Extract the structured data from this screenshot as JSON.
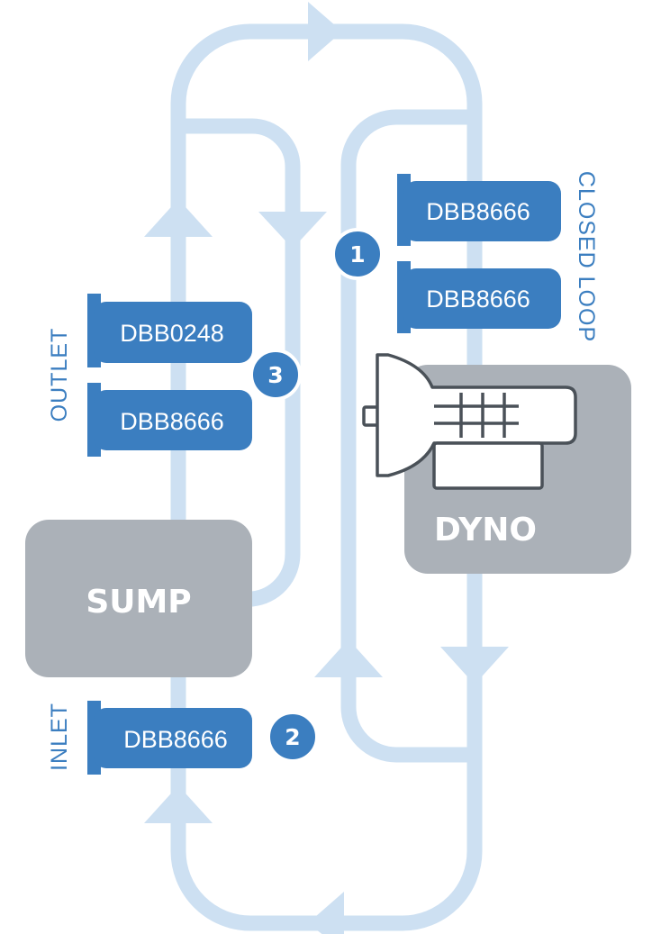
{
  "diagram": {
    "boxes": {
      "sump": "SUMP",
      "dyno": "DYNO"
    },
    "filters": {
      "closed_loop_top": "DBB8666",
      "closed_loop_bottom": "DBB8666",
      "outlet_top": "DBB0248",
      "outlet_bottom": "DBB8666",
      "inlet": "DBB8666"
    },
    "badges": {
      "closed_loop": "1",
      "inlet": "2",
      "outlet": "3"
    },
    "side_labels": {
      "closed_loop": "CLOSED LOOP",
      "outlet": "OUTLET",
      "inlet": "INLET"
    },
    "colors": {
      "pipe": "#cde0f2",
      "filter": "#3b7ec0",
      "box": "#abb1b8",
      "engine_outline": "#4a5158"
    }
  }
}
